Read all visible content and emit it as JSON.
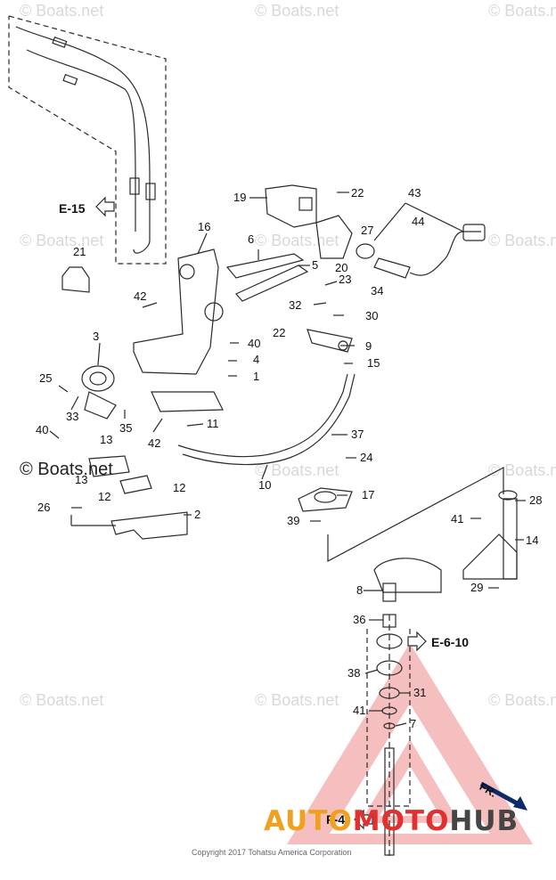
{
  "watermarks": [
    "© Boats.net",
    "© Boats.net",
    "© Boats.net",
    "© Boats.net",
    "© Boats.net",
    "© Boats.net",
    "© Boats.net",
    "© Boats.net",
    "© Boats.net",
    "© Boats.net",
    "© Boats.net"
  ],
  "watermark_dark": "© Boats.net",
  "part_callouts": [
    "19",
    "22",
    "43",
    "16",
    "6",
    "27",
    "44",
    "21",
    "5",
    "23",
    "34",
    "20",
    "42",
    "32",
    "30",
    "22",
    "3",
    "40",
    "9",
    "4",
    "15",
    "1",
    "25",
    "33",
    "35",
    "11",
    "40",
    "13",
    "42",
    "37",
    "24",
    "13",
    "12",
    "12",
    "10",
    "17",
    "26",
    "2",
    "28",
    "41",
    "14",
    "39",
    "8",
    "29",
    "36",
    "38",
    "31",
    "41",
    "7"
  ],
  "references": [
    "E-15",
    "E-6-10",
    "F-4"
  ],
  "copyright": "Copyright 2017 Tohatsu America Corporation",
  "logo": {
    "part1": "AUTO",
    "part2": "MOTO",
    "part3": "HUB"
  },
  "front_label": "FR.",
  "colors": {
    "line": "#2a2a2a",
    "watermark": "#d8d8d8",
    "logo_red": "#e03030",
    "logo_orange": "#f0a020",
    "logo_gray": "#454545"
  }
}
